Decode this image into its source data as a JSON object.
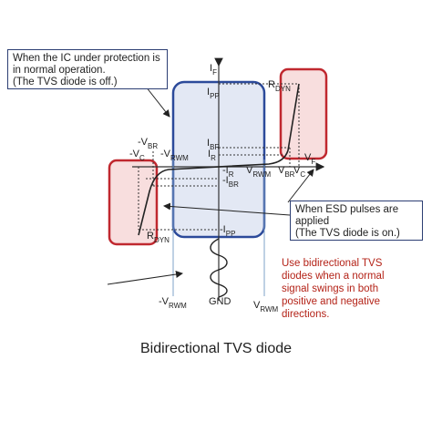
{
  "notes": {
    "normal_operation": [
      "When the IC under protection is",
      "in normal operation.",
      "(The TVS diode is off.)"
    ],
    "esd": [
      "When ESD pulses are",
      "applied",
      "(The TVS diode is on.)"
    ],
    "use": [
      "Use bidirectional TVS",
      "diodes when a normal",
      "signal swings in both",
      "positive and negative",
      "directions."
    ]
  },
  "axis_labels": {
    "i_f": {
      "main": "I",
      "sub": "F"
    },
    "v_f": {
      "main": "V",
      "sub": "F"
    },
    "ipp_pos": {
      "main": "I",
      "sub": "PP"
    },
    "ipp_neg": {
      "main": "-I",
      "sub": "PP"
    },
    "ibr_pos": {
      "main": "I",
      "sub": "BR"
    },
    "ibr_neg": {
      "main": "-I",
      "sub": "BR"
    },
    "ir_pos": {
      "main": "I",
      "sub": "R"
    },
    "ir_neg": {
      "main": "-I",
      "sub": "R"
    },
    "rdyn_top": {
      "main": "R",
      "sub": "DYN"
    },
    "rdyn_bottom": {
      "main": "R",
      "sub": "DYN"
    },
    "vbr_neg": {
      "main": "-V",
      "sub": "BR"
    },
    "vc_neg": {
      "main": "-V",
      "sub": "C"
    },
    "vrwm_neg": {
      "main": "-V",
      "sub": "RWM"
    },
    "vrwm_pos": {
      "main": "V",
      "sub": "RWM"
    },
    "vbr_pos": {
      "main": "V",
      "sub": "BR"
    },
    "vc_pos": {
      "main": "V",
      "sub": "C"
    },
    "bottom_vrwm_neg": {
      "main": "-V",
      "sub": "RWM"
    },
    "bottom_gnd": {
      "main": "GND",
      "sub": ""
    },
    "bottom_vrwm_pos": {
      "main": "V",
      "sub": "RWM"
    }
  },
  "title": "Bidirectional TVS diode",
  "colors": {
    "blue_frame": "#2c4a9a",
    "blue_fill": "#e3e8f4",
    "red_frame": "#c0282f",
    "red_fill": "#f8dede",
    "red_text": "#b42318"
  }
}
